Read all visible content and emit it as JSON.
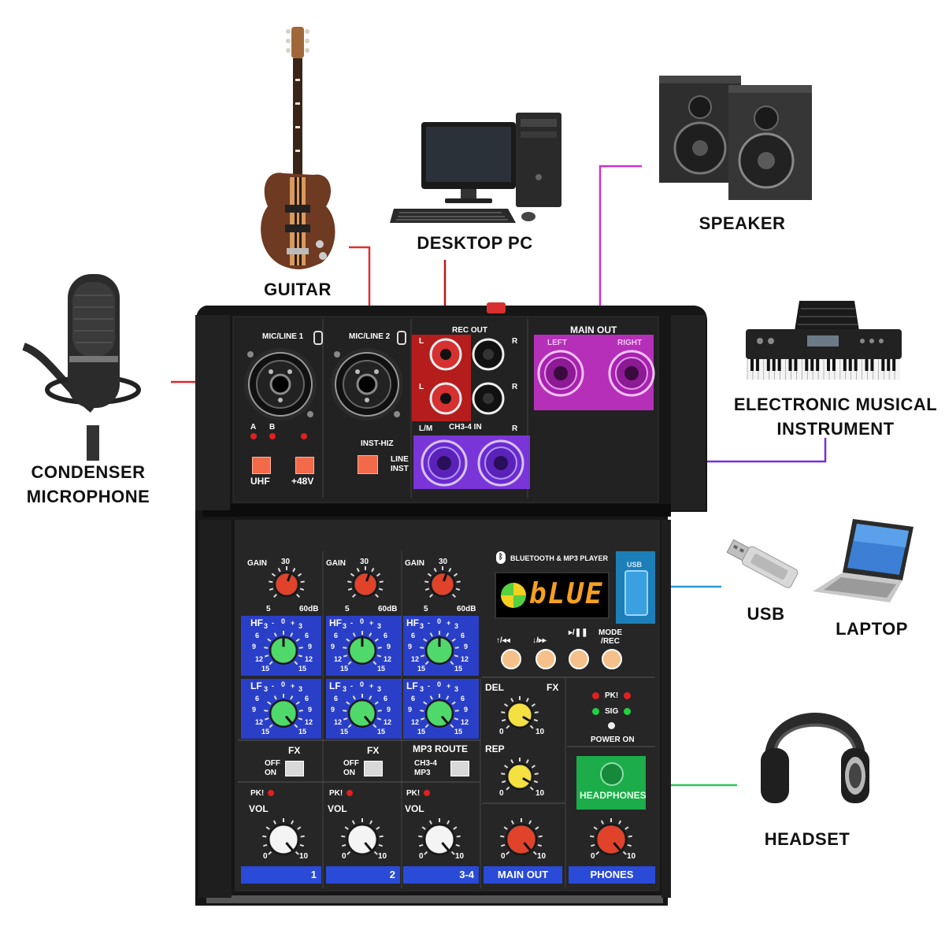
{
  "callouts": {
    "guitar": "GUITAR",
    "desktop_pc": "DESKTOP PC",
    "speaker": "SPEAKER",
    "condenser_microphone": [
      "CONDENSER",
      "MICROPHONE"
    ],
    "electronic_musical_instrument": [
      "ELECTRONIC MUSICAL",
      "INSTRUMENT"
    ],
    "usb": "USB",
    "laptop": "LAPTOP",
    "headset": "HEADSET"
  },
  "panel": {
    "mic_line_1": "MIC/LINE 1",
    "mic_line_2": "MIC/LINE 2",
    "rec_out": "REC OUT",
    "main_out": "MAIN OUT",
    "left": "LEFT",
    "right": "RIGHT",
    "l": "L",
    "r": "R",
    "lm": "L/M",
    "ch34_in": "CH3-4 IN",
    "a": "A",
    "b": "B",
    "uhf": "UHF",
    "p48v": "+48V",
    "inst_hiz": "INST-HIZ",
    "line": "LINE",
    "inst": "INST",
    "bt_mp3": "BLUETOOTH & MP3 PLAYER",
    "usb_port": "USB",
    "display": "bLUE",
    "mode_rec": [
      "MODE",
      "/REC"
    ],
    "gain": "GAIN",
    "gain_30": "30",
    "gain_5": "5",
    "gain_60db": "60dB",
    "hf": "HF",
    "lf": "LF",
    "eq_scale": [
      "3",
      "-",
      "0",
      "+",
      "3",
      "6",
      "9",
      "12",
      "15"
    ],
    "fx": "FX",
    "off": "OFF",
    "on": "ON",
    "mp3_route": "MP3 ROUTE",
    "ch34": "CH3-4",
    "mp3": "MP3",
    "pk": "PK!",
    "vol": "VOL",
    "vol_0": "0",
    "vol_10": "10",
    "del": "DEL",
    "rep": "REP",
    "sig": "SIG",
    "power_on": "POWER ON",
    "headphones": "HEADPHONES",
    "chan_1": "1",
    "chan_2": "2",
    "chan_34": "3-4",
    "main_out_label": "MAIN OUT",
    "phones": "PHONES"
  },
  "colors": {
    "guitar_line": "#e03030",
    "pc_line": "#c01818",
    "speaker_line": "#cc33cc",
    "mic_line": "#d62a2a",
    "instrument_line": "#7a2ed6",
    "usb_line": "#2a9ad8",
    "headset_line": "#2fc55a",
    "main_out_box": "#b52fb8",
    "ch34_box": "#7a35d8",
    "rec_out_box": "#b51c1c",
    "usb_box": "#1c7fb8",
    "headphones_box": "#1cac4a",
    "eq_box": "#2a3fc8",
    "channel_bar": "#2a4ad8"
  }
}
